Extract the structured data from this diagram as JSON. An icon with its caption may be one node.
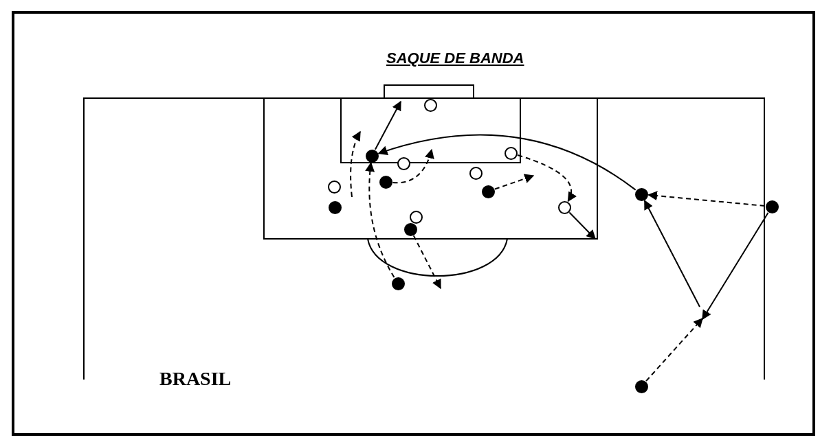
{
  "diagram": {
    "title": "SAQUE DE BANDA",
    "nodes": [
      {
        "text": [],
        "shape": "circle"
      },
      {
        "text": [],
        "shape": "circle"
      },
      {
        "text": [],
        "shape": "dot"
      },
      {
        "text": [],
        "shape": "circle"
      },
      {
        "text": [],
        "shape": "circle"
      },
      {
        "text": [],
        "shape": "dot"
      },
      {
        "text": [],
        "shape": "circle"
      },
      {
        "text": [],
        "shape": "dot"
      },
      {
        "text": [],
        "shape": "dot"
      },
      {
        "text": [],
        "shape": "dot"
      },
      {
        "text": [],
        "shape": "circle"
      },
      {
        "text": [],
        "shape": "dot"
      },
      {
        "text": [],
        "shape": "circle"
      },
      {
        "text": [],
        "shape": "dot"
      },
      {
        "text": [],
        "shape": "dot"
      },
      {
        "text": [],
        "shape": "dot"
      }
    ],
    "edges": [
      {
        "from": 2,
        "to": null,
        "arrow": "to"
      },
      {
        "from": 14,
        "to": 2,
        "arrow": "to",
        "style": "dashed"
      },
      {
        "from": 5,
        "to": null,
        "arrow": "to",
        "style": "dashed"
      },
      {
        "from": 7,
        "to": null,
        "arrow": "to",
        "style": "dashed"
      },
      {
        "from": 1,
        "to": 10,
        "arrow": "to",
        "style": "dashed"
      },
      {
        "from": 10,
        "to": null,
        "arrow": "to"
      },
      {
        "from": 13,
        "to": null,
        "arrow": "to",
        "style": "dashed"
      },
      {
        "from": 8,
        "to": 2,
        "arrow": "to"
      },
      {
        "from": 9,
        "to": 8,
        "arrow": "to",
        "style": "dashed"
      },
      {
        "from": null,
        "to": 8,
        "arrow": "to"
      },
      {
        "from": 9,
        "to": null,
        "arrow": "to"
      },
      {
        "from": 15,
        "to": null,
        "arrow": "to",
        "style": "dashed"
      }
    ],
    "labels": [
      "BRASIL"
    ]
  }
}
